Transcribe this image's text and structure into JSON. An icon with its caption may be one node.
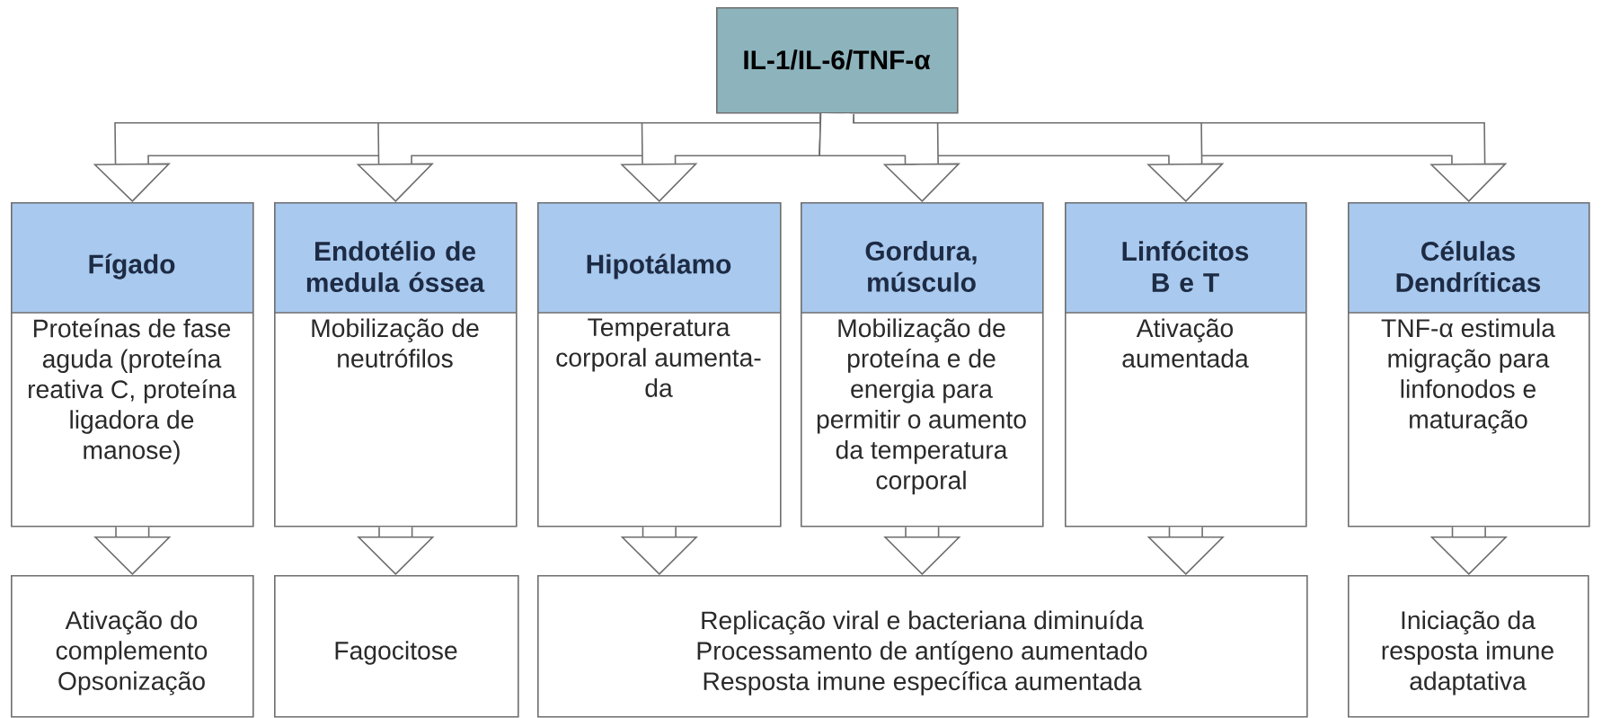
{
  "diagram": {
    "nodes": [
      {
        "text": [
          "IL-1/IL-6/TNF-α"
        ]
      },
      {
        "text": [
          "Fígado",
          "Proteínas de fase aguda (proteína reativa C, proteína ligadora de manose)"
        ]
      },
      {
        "text": [
          "Endotélio de medula óssea",
          "Mobilização de neutrófilos"
        ]
      },
      {
        "text": [
          "Hipotálamo",
          "Temperatura corporal aumenta- da"
        ]
      },
      {
        "text": [
          "Gordura, músculo",
          "Mobilização de proteína e de energia para permitir o aumento da temperatura corporal"
        ]
      },
      {
        "text": [
          "Linfócitos B e T",
          "Ativação aumentada"
        ]
      },
      {
        "text": [
          "Células Dendríticas",
          "TNF-α estimula migração para linfonodos e maturação"
        ]
      },
      {
        "text": [
          "Ativação do complemento",
          "Opsonização"
        ]
      },
      {
        "text": [
          "Fagocitose"
        ]
      },
      {
        "text": [
          "Replicação viral e bacteriana diminuída",
          "Processamento de antígeno aumentado",
          "Resposta imune específica aumentada"
        ]
      },
      {
        "text": [
          "Iniciação da resposta imune adaptativa"
        ]
      }
    ],
    "edges": [
      {
        "from": 0,
        "to": 1,
        "arrow": "to"
      },
      {
        "from": 0,
        "to": 2,
        "arrow": "to"
      },
      {
        "from": 0,
        "to": 3,
        "arrow": "to"
      },
      {
        "from": 0,
        "to": 4,
        "arrow": "to"
      },
      {
        "from": 0,
        "to": 5,
        "arrow": "to"
      },
      {
        "from": 0,
        "to": 6,
        "arrow": "to"
      },
      {
        "from": 1,
        "to": 7,
        "arrow": "to"
      },
      {
        "from": 2,
        "to": 8,
        "arrow": "to"
      },
      {
        "from": 3,
        "to": 9,
        "arrow": "to"
      },
      {
        "from": 4,
        "to": 9,
        "arrow": "to"
      },
      {
        "from": 5,
        "to": 9,
        "arrow": "to"
      },
      {
        "from": 6,
        "to": 10,
        "arrow": "to"
      }
    ]
  }
}
